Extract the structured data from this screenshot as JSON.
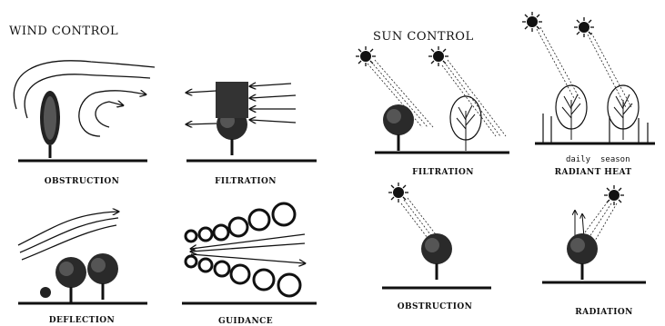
{
  "wind_control": {
    "heading": "WIND CONTROL",
    "panels": [
      "OBSTRUCTION",
      "FILTRATION",
      "DEFLECTION",
      "GUIDANCE"
    ]
  },
  "sun_control": {
    "heading": "SUN CONTROL",
    "panels": [
      "FILTRATION",
      "RADIANT HEAT",
      "OBSTRUCTION",
      "RADIATION"
    ],
    "radiant_heat_sublabels": [
      "daily",
      "season"
    ]
  }
}
